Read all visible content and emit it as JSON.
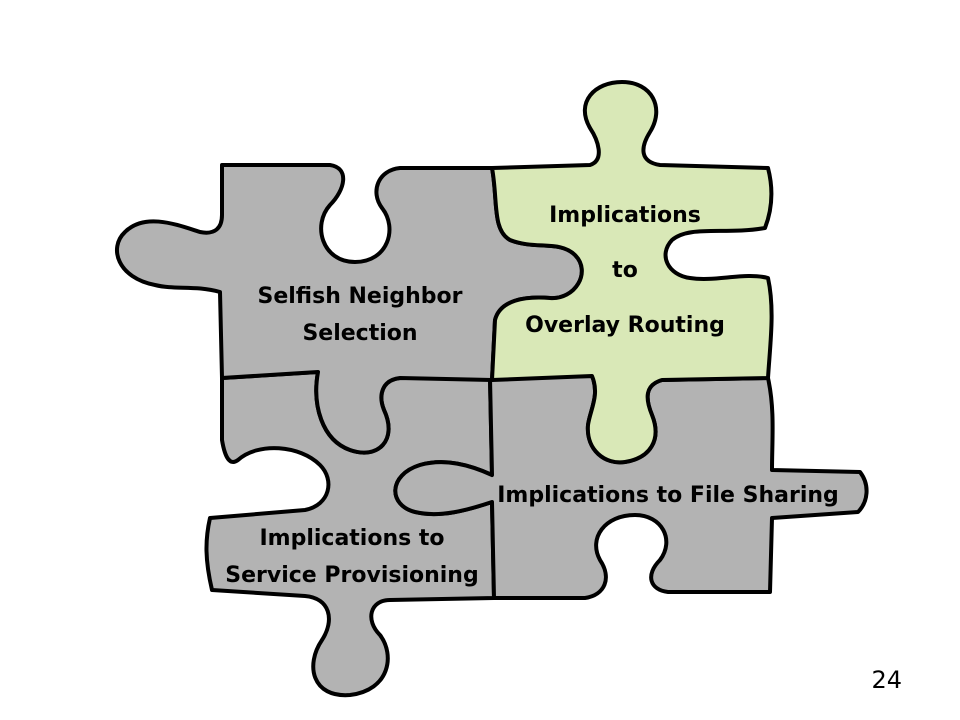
{
  "colors": {
    "gray_piece": "#b3b3b3",
    "green_piece": "#d9e8b7",
    "outline": "#000000"
  },
  "pieces": {
    "selfish": {
      "line1": "Selfish Neighbor",
      "line2": "Selection"
    },
    "overlay": {
      "line1": "Implications",
      "line2": "to",
      "line3": "Overlay Routing"
    },
    "file_sharing": {
      "line1": "Implications to File Sharing"
    },
    "service": {
      "line1": "Implications to",
      "line2": "Service Provisioning"
    }
  },
  "page_number": "24"
}
